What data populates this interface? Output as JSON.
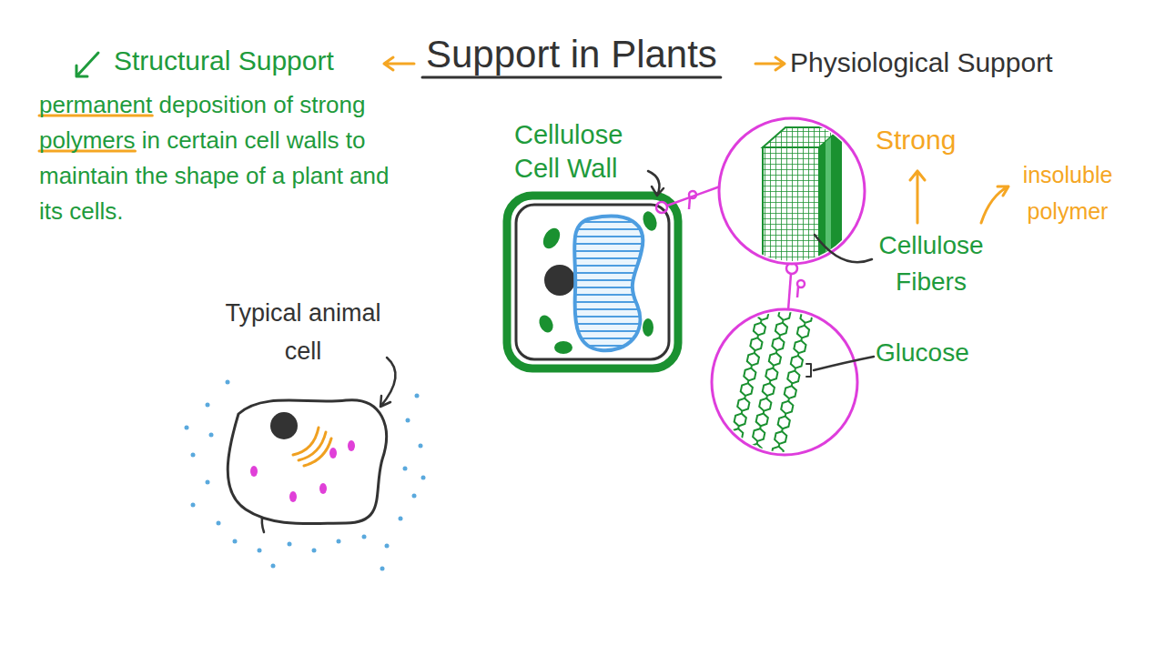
{
  "diagram": {
    "title": "Support in Plants",
    "labels": [
      "Structural Support",
      "Physiological Support",
      "permanent deposition of strong polymers in certain cell walls to maintain the shape of a plant and its cells.",
      "Cellulose Cell Wall",
      "Strong",
      "insoluble polymer",
      "Cellulose Fibers",
      "Typical animal cell",
      "Glucose"
    ]
  }
}
